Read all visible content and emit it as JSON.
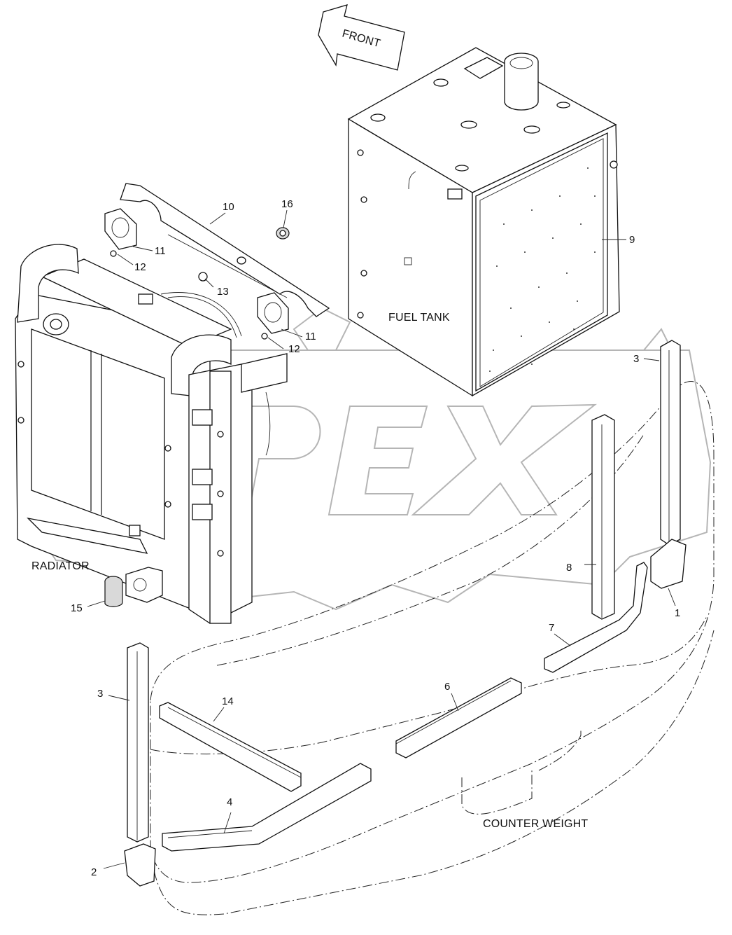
{
  "labels": {
    "front": "FRONT",
    "fuel_tank": "FUEL TANK",
    "radiator": "RADIATOR",
    "counter_weight": "COUNTER WEIGHT"
  },
  "callouts": {
    "c1": "1",
    "c2": "2",
    "c3a": "3",
    "c3b": "3",
    "c4": "4",
    "c6": "6",
    "c7": "7",
    "c8": "8",
    "c9": "9",
    "c10": "10",
    "c11a": "11",
    "c11b": "11",
    "c12a": "12",
    "c12b": "12",
    "c13": "13",
    "c14": "14",
    "c15": "15",
    "c16": "16"
  },
  "watermark": "OPEX",
  "colors": {
    "line": "#111111",
    "watermark": "#b5b5b5",
    "rubber": "#d9d9d9"
  }
}
